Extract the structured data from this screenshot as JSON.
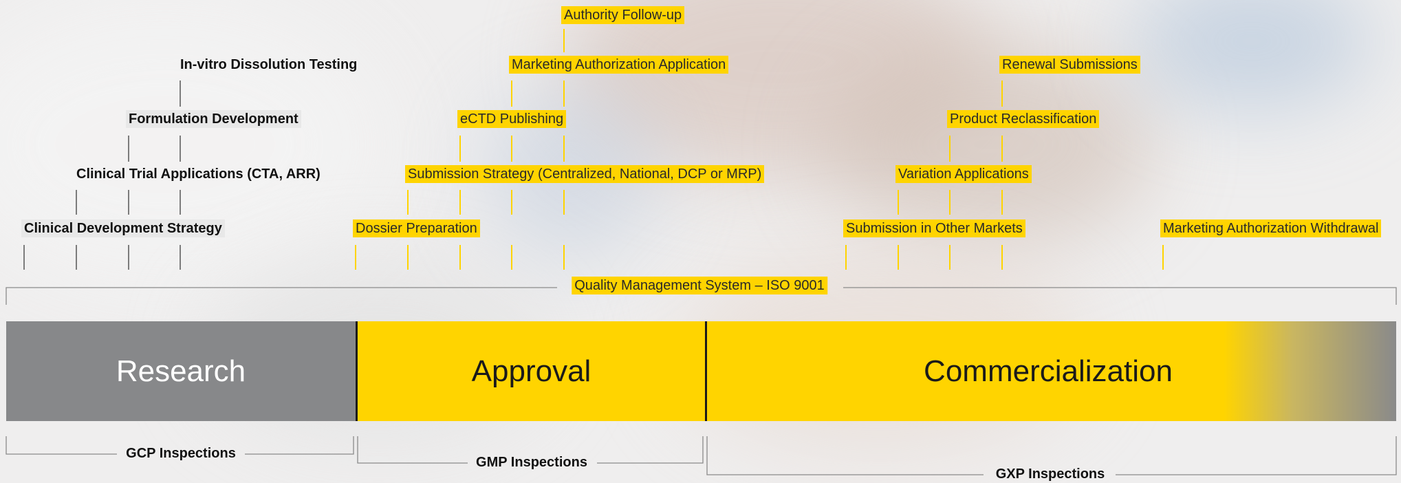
{
  "research_labels": [
    "Clinical Development Strategy",
    "Clinical Trial Applications (CTA, ARR)",
    "Formulation Development",
    "In-vitro Dissolution Testing"
  ],
  "approval_labels": [
    "Dossier Preparation",
    "Submission Strategy (Centralized, National, DCP or MRP)",
    "eCTD Publishing",
    "Marketing Authorization Application",
    "Authority Follow-up"
  ],
  "commercial_labels": [
    "Submission in Other Markets",
    "Variation Applications",
    "Product Reclassification",
    "Renewal Submissions",
    "Marketing Authorization Withdrawal"
  ],
  "qms_label": "Quality Management System – ISO 9001",
  "phases": {
    "research": "Research",
    "approval": "Approval",
    "commercialization": "Commercialization"
  },
  "inspections": {
    "gcp": "GCP Inspections",
    "gmp": "GMP Inspections",
    "gxp": "GXP Inspections"
  },
  "colors": {
    "accent_yellow": "#ffd400",
    "research_grey": "#87888a",
    "line_grey": "#888888"
  }
}
